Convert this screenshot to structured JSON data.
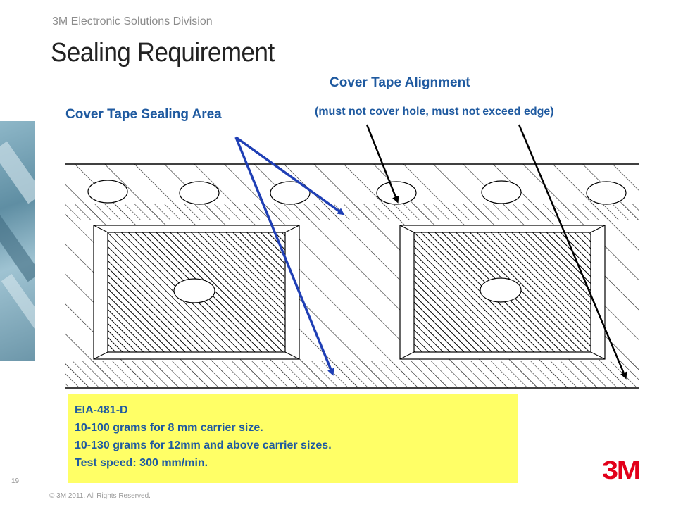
{
  "header": {
    "division": "3M Electronic Solutions Division",
    "title": "Sealing Requirement"
  },
  "diagram": {
    "label_sealing_area": "Cover Tape Sealing Area",
    "label_alignment": "Cover Tape Alignment",
    "label_alignment_note": "(must not cover hole, must not exceed edge)",
    "arrow_color_sealing": "#1f3fb5",
    "arrow_color_alignment": "#000000"
  },
  "spec": {
    "lines": [
      "EIA-481-D",
      "10-100 grams for 8 mm carrier size.",
      "10-130 grams for 12mm and above carrier sizes.",
      "Test speed: 300 mm/min."
    ],
    "background": "#ffff66",
    "text_color": "#1f5aa0"
  },
  "footer": {
    "page_number": "19",
    "copyright": "© 3M 2011.  All Rights Reserved.",
    "logo_text": "3M",
    "logo_color": "#e2001a"
  }
}
